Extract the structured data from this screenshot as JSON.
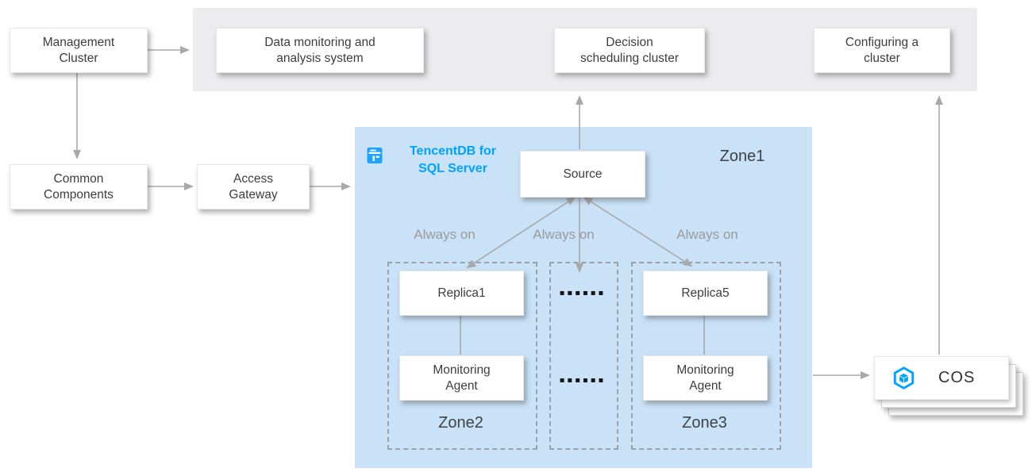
{
  "product": {
    "name": "TencentDB for\nSQL Server",
    "accent_color": "#00a2ff"
  },
  "regions": {
    "top_band_color": "#ececee",
    "cluster_bg_color": "#c9e2f8"
  },
  "nodes": {
    "management_cluster": "Management\nCluster",
    "common_components": "Common\nComponents",
    "access_gateway": "Access\nGateway",
    "data_monitoring": "Data monitoring and\nanalysis system",
    "decision_scheduling": "Decision\nscheduling cluster",
    "configuring_cluster": "Configuring a\ncluster",
    "source": "Source",
    "replica1": "Replica1",
    "replica5": "Replica5",
    "monitoring_agent_left": "Monitoring\nAgent",
    "monitoring_agent_right": "Monitoring\nAgent",
    "cos": "COS"
  },
  "zones": {
    "zone1": "Zone1",
    "zone2": "Zone2",
    "zone3": "Zone3"
  },
  "edge_labels": {
    "always_on_left": "Always on",
    "always_on_center": "Always on",
    "always_on_right": "Always on"
  },
  "ellipsis": {
    "row1": "▪▪▪▪▪▪",
    "row2": "▪▪▪▪▪▪"
  },
  "style": {
    "arrow_color": "#a9a9a9",
    "dashed_border_color": "#9aa1a8",
    "text_color": "#3d3d3d",
    "muted_text_color": "#9b9b9b"
  }
}
